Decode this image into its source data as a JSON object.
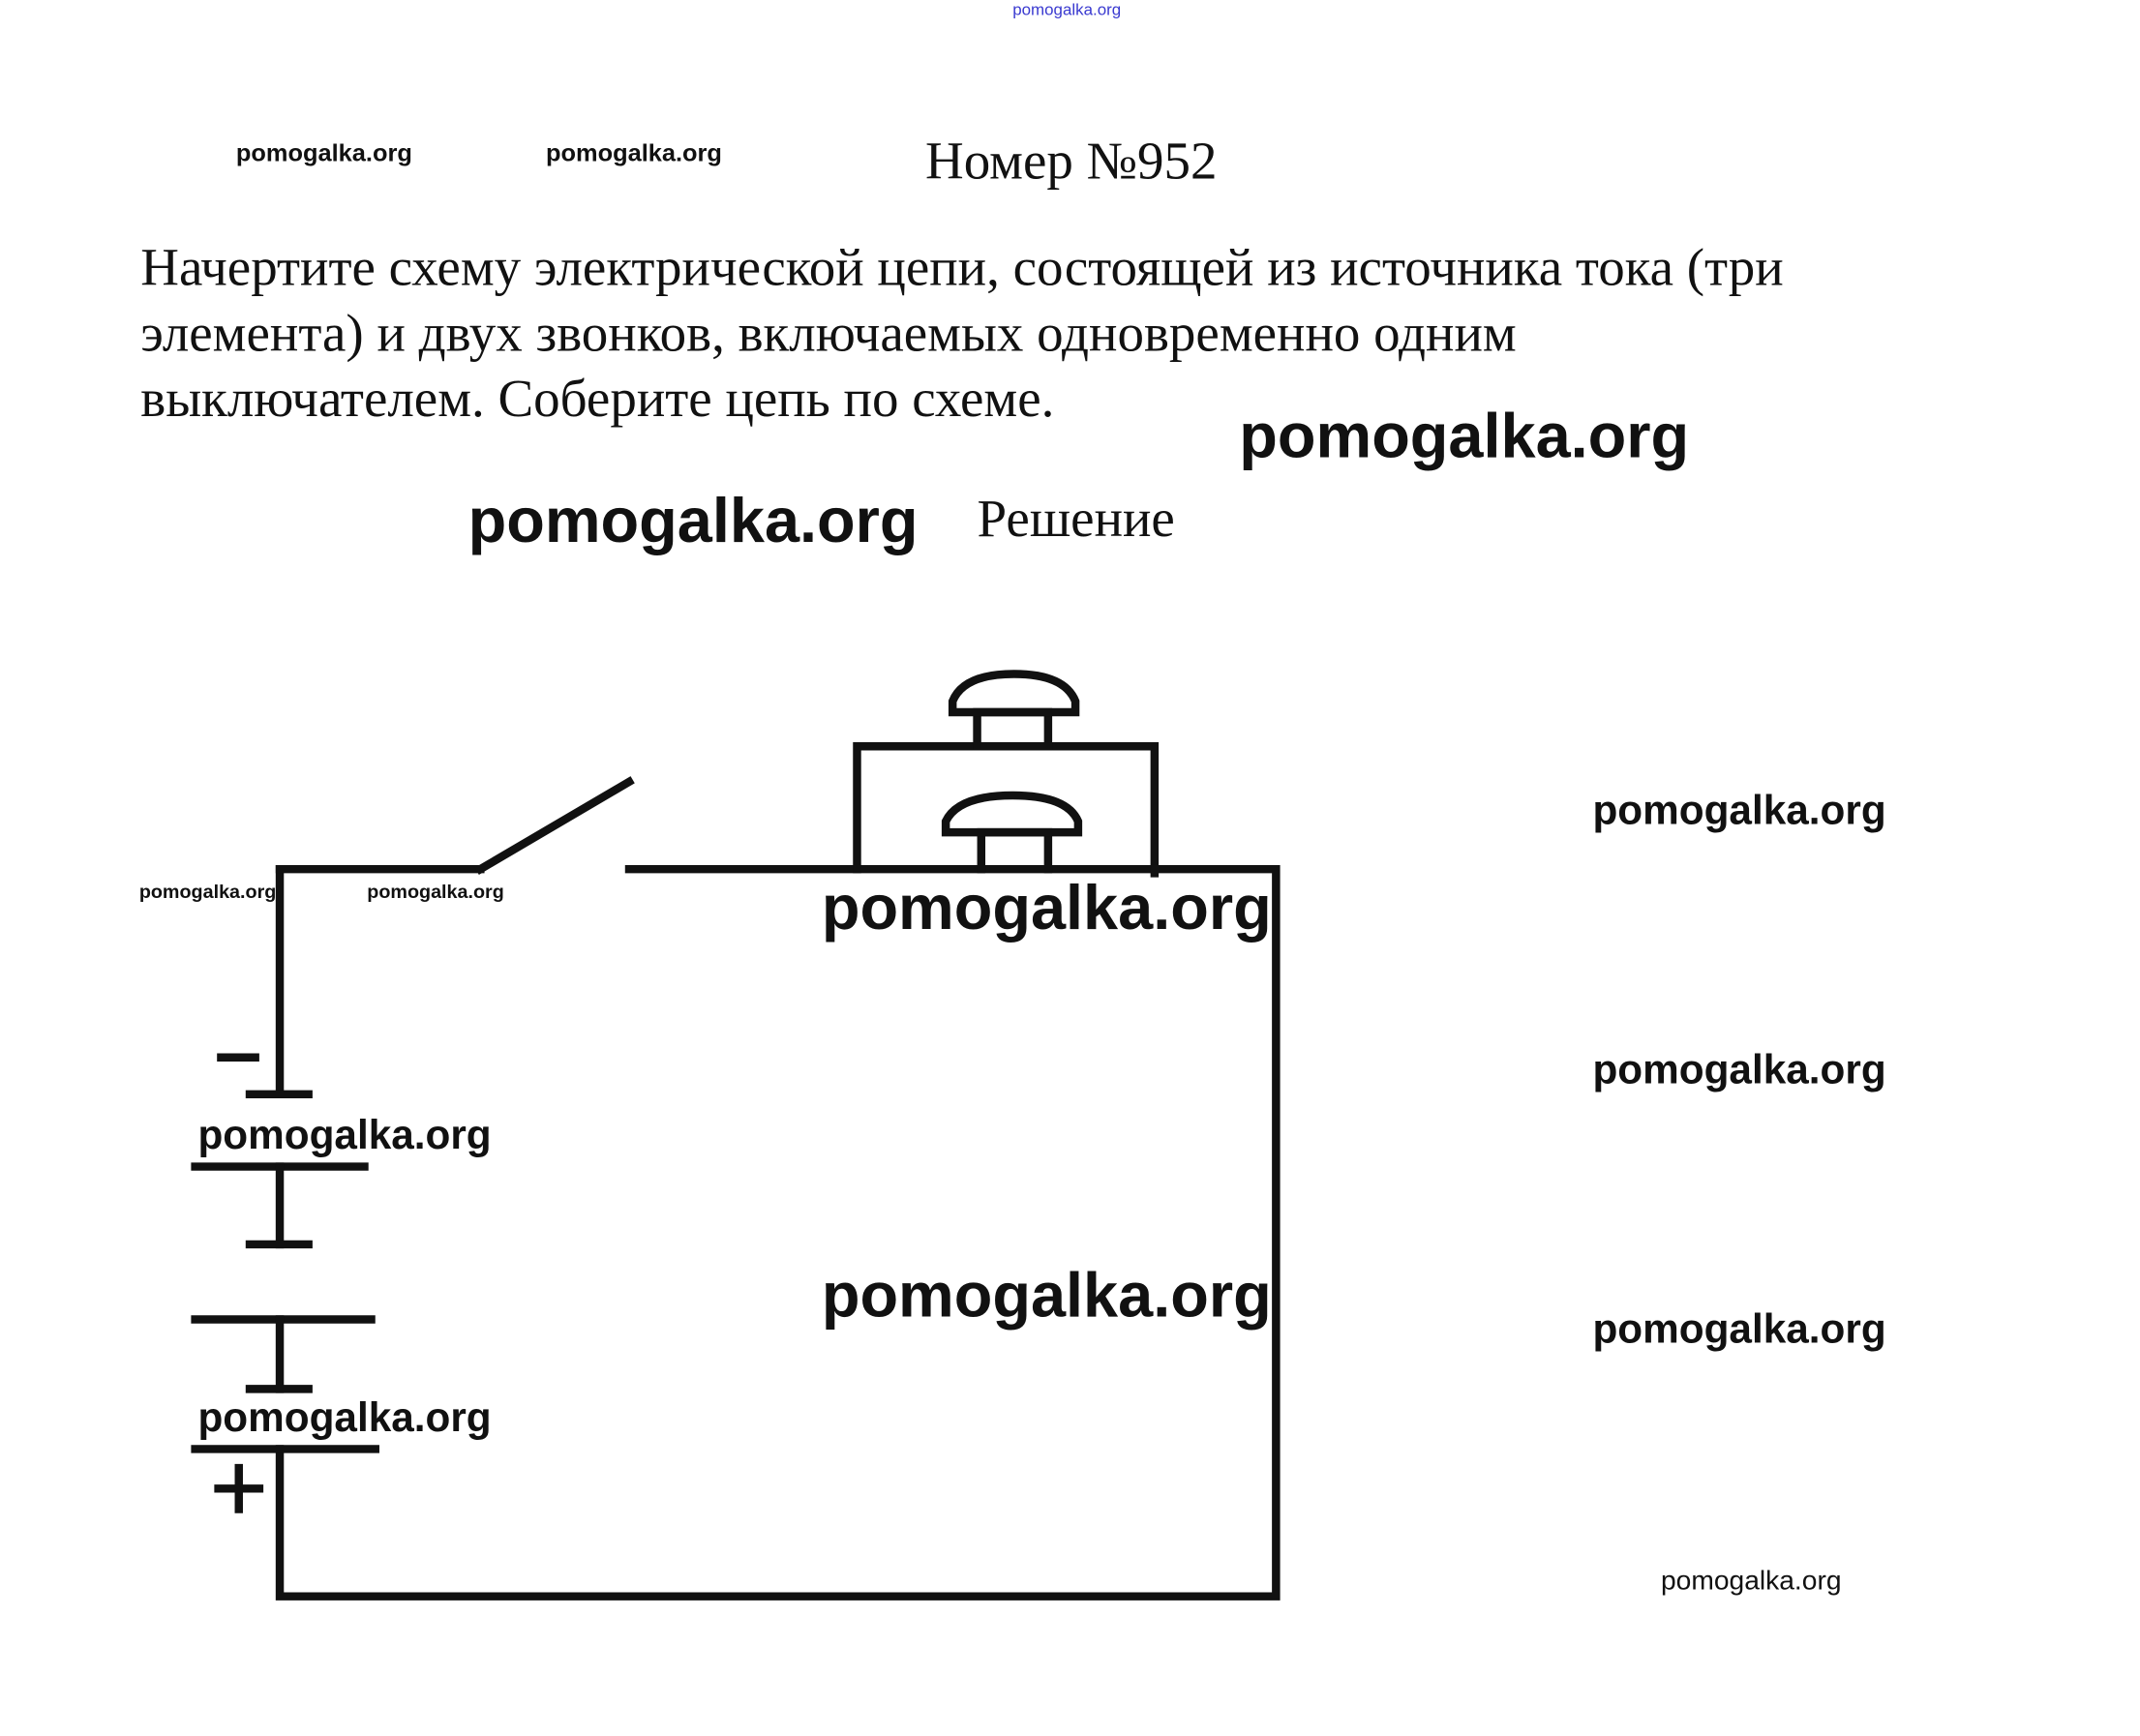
{
  "header": {
    "title": "Номер №952"
  },
  "problem": {
    "lines": [
      "Начертите схему электрической цепи, состоящей из источника тока (три",
      "элемента) и двух звонков, включаемых одновременно одним",
      "выключателем. Соберите цепь по схеме."
    ]
  },
  "solution": {
    "label": "Решение",
    "circuit": {
      "cells": 3,
      "bells": 2,
      "switch_state": "open",
      "minus_sign": "−",
      "plus_sign": "+"
    }
  },
  "watermarks": {
    "text": "pomogalka.org"
  },
  "colors": {
    "ink": "#111111",
    "watermark_top": "#3a3ad0"
  }
}
